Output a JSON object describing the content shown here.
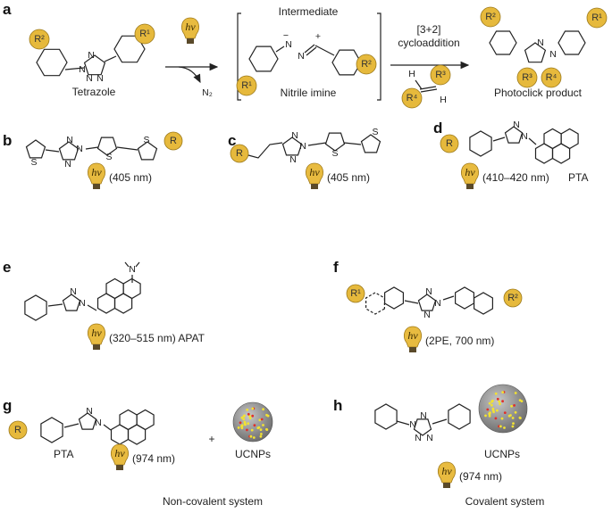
{
  "panels": {
    "a": "a",
    "b": "b",
    "c": "c",
    "d": "d",
    "e": "e",
    "f": "f",
    "g": "g",
    "h": "h"
  },
  "hv": "hν",
  "atoms": {
    "N": "N",
    "S": "S",
    "H": "H",
    "N2": "N₂",
    "minus": "−",
    "plus": "+"
  },
  "rgroups": {
    "R": "R",
    "R1": "R¹",
    "R2": "R²",
    "R3": "R³",
    "R4": "R⁴"
  },
  "a": {
    "tetrazole": "Tetrazole",
    "intermediate": "Intermediate",
    "nitrile_imine": "Nitrile imine",
    "cyclo_line1": "[3+2]",
    "cyclo_line2": "cycloaddition",
    "product": "Photoclick product"
  },
  "b": {
    "wavelength": "(405 nm)"
  },
  "c": {
    "wavelength": "(405 nm)"
  },
  "d": {
    "wavelength": "(410–420 nm)",
    "name": "PTA"
  },
  "e": {
    "wavelength": "(320–515 nm) APAT"
  },
  "f": {
    "wavelength": "(2PE, 700 nm)"
  },
  "g": {
    "name": "PTA",
    "wavelength": "(974 nm)",
    "plus": "+",
    "particles": "UCNPs",
    "system": "Non-covalent system"
  },
  "h": {
    "wavelength": "(974 nm)",
    "particles": "UCNPs",
    "system": "Covalent system"
  },
  "colors": {
    "r_group": "#e6b93c",
    "bulb": "#e8bb40",
    "nanoparticle": "#8a8a8a",
    "dopant_yellow": "#f2e233",
    "dopant_red": "#e0302a"
  }
}
